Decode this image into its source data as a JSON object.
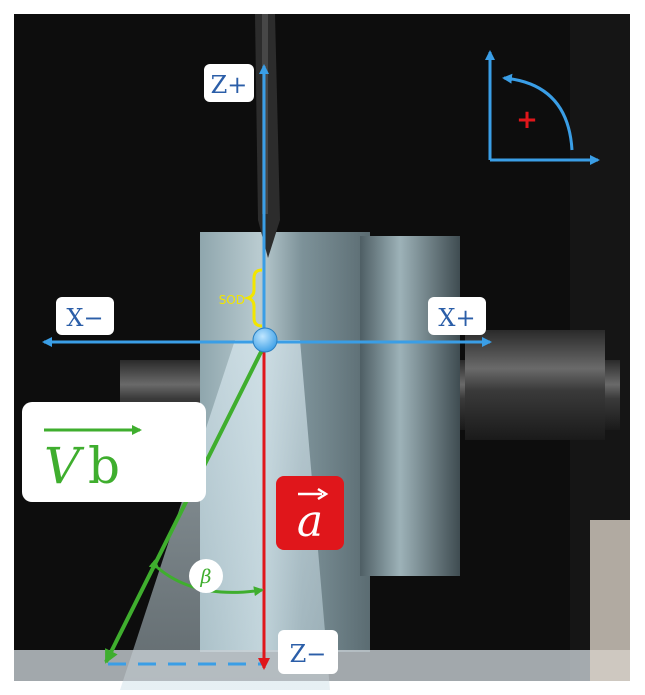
{
  "axes": {
    "z_plus": "Z+",
    "z_minus": "Z−",
    "x_minus": "X−",
    "x_plus": "X+"
  },
  "labels": {
    "sod": "SOD",
    "velocity_symbol": "V",
    "velocity_suffix": "b",
    "acceleration_symbol": "a",
    "angle_symbol": "β",
    "positive_direction": "+"
  },
  "colors": {
    "axis_blue": "#3a9ee6",
    "vector_green": "#3fae2e",
    "acceleration_red": "#e0161b",
    "sod_yellow": "#f2e600",
    "positive_red": "#e0161b"
  }
}
